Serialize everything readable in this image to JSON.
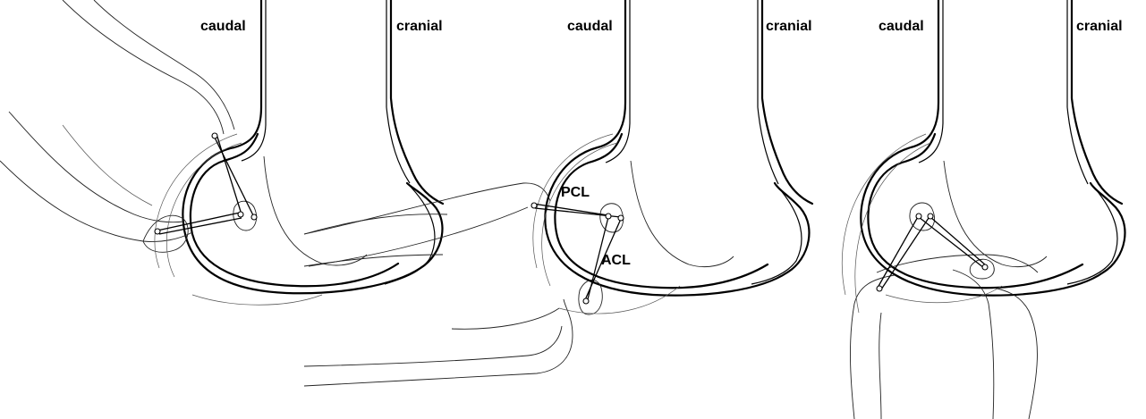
{
  "panels": [
    {
      "caudal_label": "caudal",
      "cranial_label": "cranial"
    },
    {
      "caudal_label": "caudal",
      "cranial_label": "cranial"
    },
    {
      "caudal_label": "caudal",
      "cranial_label": "cranial"
    }
  ],
  "ligaments": {
    "pcl_label": "PCL",
    "acl_label": "ACL"
  }
}
